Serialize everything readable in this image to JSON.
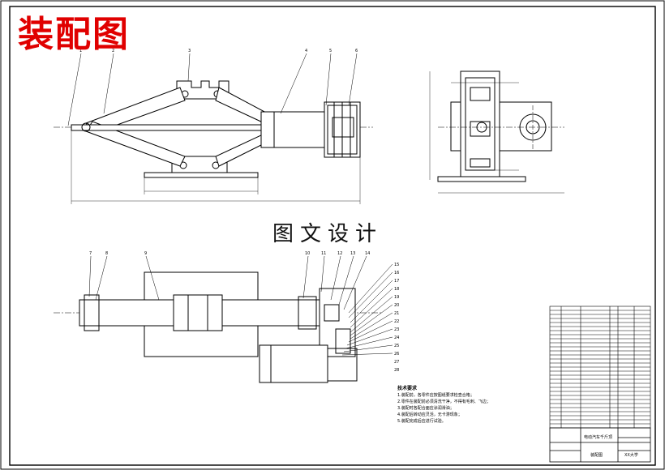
{
  "title": "装配图",
  "watermark": "图文设计",
  "callouts_top": [
    "1",
    "2",
    "3",
    "4",
    "5",
    "6"
  ],
  "callouts_bottom": [
    "7",
    "8",
    "9",
    "10",
    "11",
    "12",
    "13",
    "14",
    "15",
    "16",
    "17",
    "18",
    "19",
    "20",
    "21",
    "22",
    "23",
    "24",
    "25",
    "26",
    "27",
    "28"
  ],
  "notes": {
    "heading": "技术要求",
    "lines": [
      "1.装配前，各零件应按图纸要求检查合格；",
      "2.零件在装配前必须清洗干净，不得有毛刺、飞边；",
      "3.装配时各配合面应涂润滑油；",
      "4.装配后转动应灵活，无卡滞现象；",
      "5.装配完成后应进行试验。"
    ]
  },
  "title_block": {
    "name": "电动汽车千斤顶",
    "drawing_type": "装配图",
    "school": "XX大学"
  },
  "colors": {
    "title": "#e00000",
    "line": "#000000"
  }
}
